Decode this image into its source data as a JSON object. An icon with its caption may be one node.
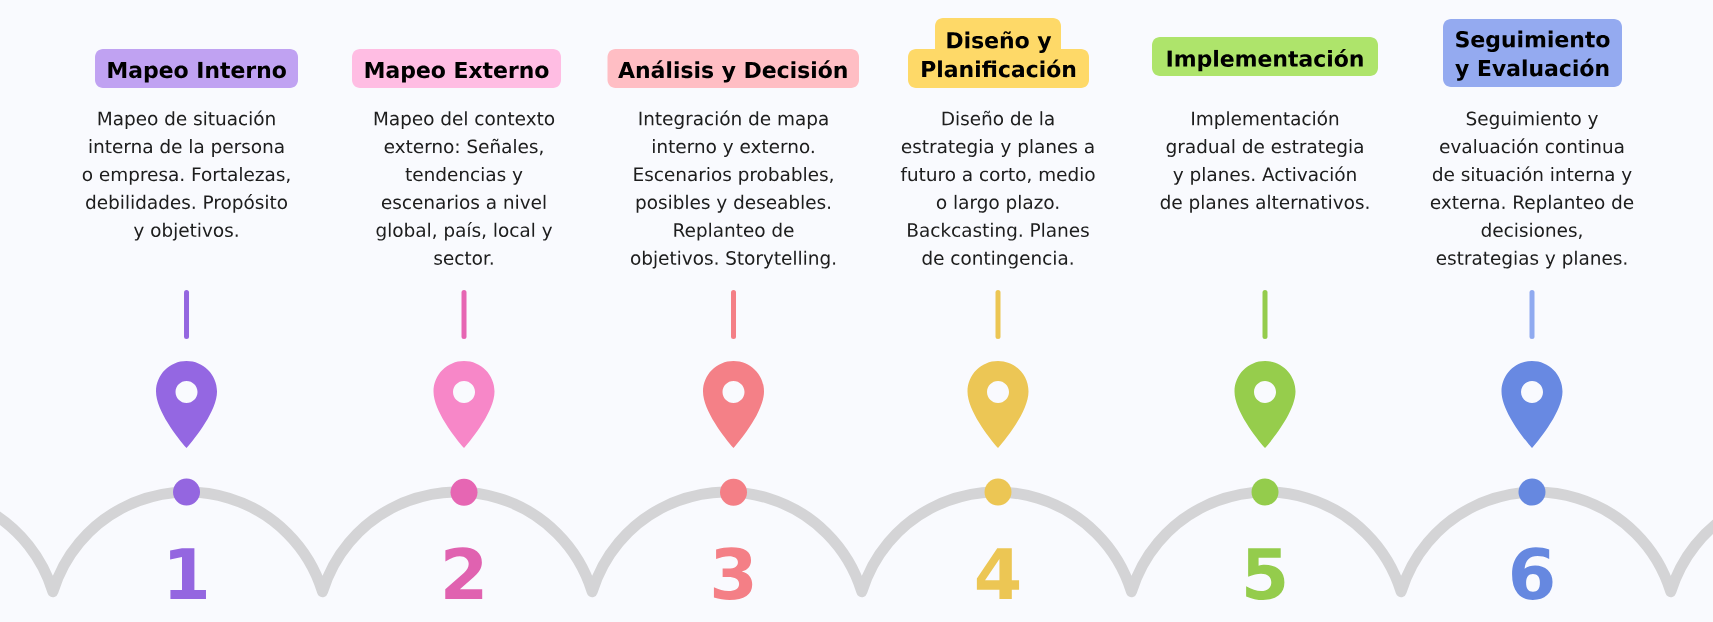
{
  "diagram": {
    "nodes": [
      {
        "text": [
          "Mapeo Interno"
        ],
        "beside": [
          "Mapeo de situación interna de la persona o empresa. Fortalezas, debilidades. Propósito y objetivos."
        ]
      },
      {
        "text": [
          "Mapeo Externo"
        ],
        "beside": [
          "Mapeo del contexto externo: Señales, tendencias y escenarios a nivel global, país, local y sector."
        ]
      },
      {
        "text": [
          "Análisis y Decisión"
        ],
        "beside": [
          "Integración de mapa interno y externo. Escenarios probables, posibles y deseables. Replanteo de objetivos. Storytelling."
        ]
      },
      {
        "text": [
          "Diseño y Planificación"
        ],
        "beside": [
          "Diseño de la estrategia y planes a futuro a corto, medio o largo plazo. Backcasting. Planes de contingencia."
        ]
      },
      {
        "text": [
          "Implementación"
        ],
        "beside": [
          "Implementación gradual de estrategia y planes. Activación de planes alternativos."
        ]
      },
      {
        "text": [
          "Seguimiento y Evaluación"
        ],
        "beside": [
          "Seguimiento y evaluación continua de situación interna y externa. Replanteo de decisiones, estrategias y planes."
        ]
      }
    ],
    "labels": [
      "1",
      "2",
      "3",
      "4",
      "5",
      "6"
    ]
  }
}
